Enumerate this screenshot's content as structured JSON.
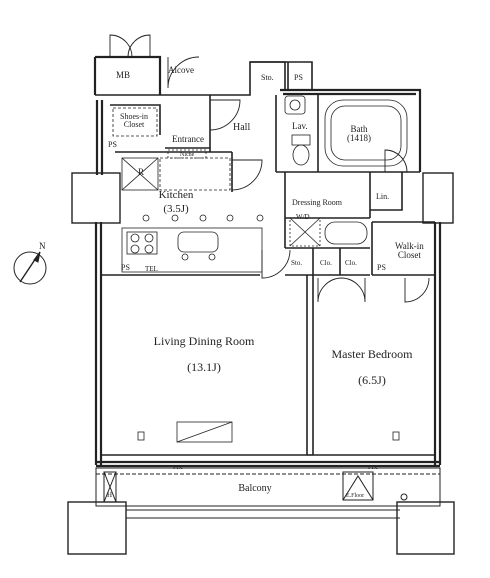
{
  "floorplan": {
    "rooms": {
      "mb": "MB",
      "alcove": "Alcove",
      "sto_top": "Sto.",
      "ps_top": "PS",
      "shoes_in_closet": "Shoes-in\nCloset",
      "entrance": "Entrance",
      "niche": "Niche",
      "hall": "Hall",
      "lav": "Lav.",
      "bath": "Bath\n(1418)",
      "ps_left": "PS",
      "kitchen": "Kitchen",
      "kitchen_size": "(3.5J)",
      "refrigerator": "R",
      "dressing_room": "Dressing Room",
      "lin": "Lin.",
      "wd": "W/D",
      "walk_in_closet": "Walk-in\nCloset",
      "sto_mid": "Sto.",
      "clo_1": "Clo.",
      "clo_2": "Clo.",
      "ps_kitchen": "PS",
      "tel": "TEL",
      "ps_right": "PS",
      "living_dining_room": "Living Dining Room",
      "living_dining_size": "(13.1J)",
      "master_bedroom": "Master Bedroom",
      "master_bedroom_size": "(6.5J)",
      "fix_left": "FIX",
      "fix_right": "FIX",
      "balcony": "Balcony",
      "e_floor": "E.Floor",
      "h_mark": "H"
    },
    "compass": {
      "north_label": "N"
    }
  }
}
